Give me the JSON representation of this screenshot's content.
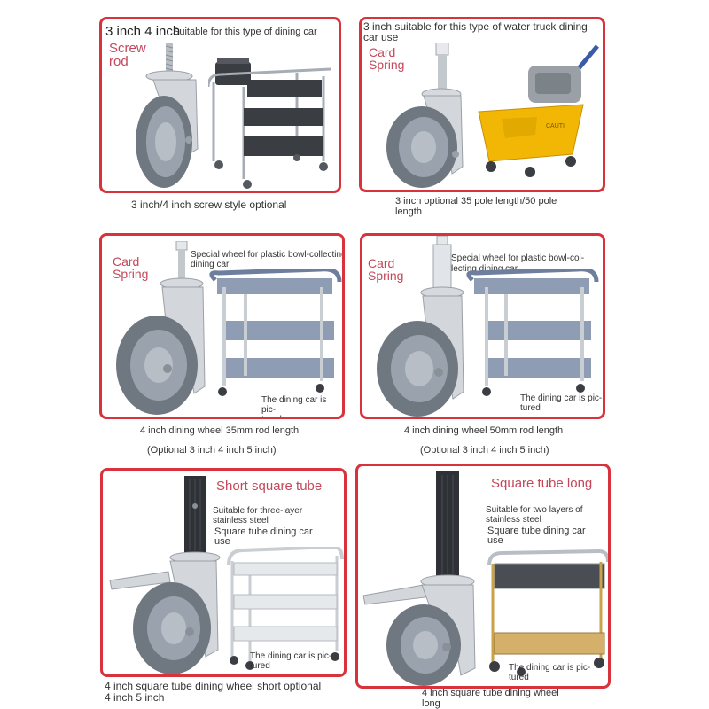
{
  "panels": {
    "p1": {
      "title": "3 inch 4 inch",
      "subtitle": "Screw\nrod",
      "note": "Suitable for this type of dining car",
      "caption": "3 inch/4 inch screw style optional"
    },
    "p2": {
      "note": "3 inch suitable for this type of water truck dining car use",
      "label": "Card\nSpring",
      "bucket_brand": "CAUTI",
      "caption": "3 inch optional 35 pole length/50 pole length"
    },
    "p3": {
      "label": "Card\nSpring",
      "note": "Special wheel for plastic bowl-collecting dining car",
      "pictured": "The dining car is pic-\ntured",
      "caption": "4 inch dining wheel 35mm rod length",
      "caption2": "(Optional 3 inch 4 inch 5 inch)"
    },
    "p4": {
      "label": "Card\nSpring",
      "note": "Special wheel for plastic bowl-col-\nlecting dining car",
      "pictured": "The dining car is pic-\ntured",
      "caption": "4 inch dining wheel 50mm rod length",
      "caption2": "(Optional 3 inch 4 inch 5 inch)"
    },
    "p5": {
      "title": "Short square tube",
      "note": "Suitable for three-layer stainless steel",
      "note2": "Square tube dining car use",
      "pictured": "The dining car is pic-\ntured",
      "caption": "4 inch square tube dining wheel short optional\n4 inch 5 inch"
    },
    "p6": {
      "title": "Square tube long",
      "note": "Suitable for two layers of stainless steel",
      "note2": "Square tube dining car use",
      "pictured": "The dining car is pic-\ntured",
      "caption": "4 inch square tube dining wheel long"
    }
  },
  "colors": {
    "border": "#d8323c",
    "label": "#c2485a",
    "tire": "#6f7780",
    "steel": "#c9ced3",
    "plastic_gray": "#8e9db3",
    "bucket_yellow": "#f2b705"
  }
}
